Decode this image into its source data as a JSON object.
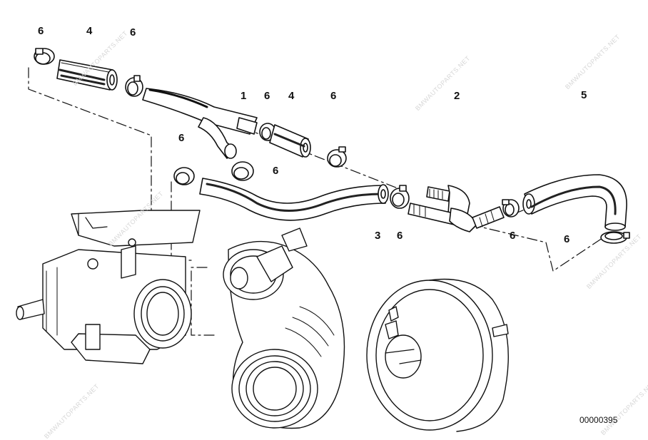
{
  "diagram": {
    "id_text": "00000395",
    "watermark_text": "BMWAUTOPARTS.NET"
  },
  "callouts": [
    {
      "key": "part-4-left",
      "text": "4"
    },
    {
      "key": "part-6-top-left",
      "text": "6"
    },
    {
      "key": "part-6-top-mid",
      "text": "6"
    },
    {
      "key": "part-1",
      "text": "1"
    },
    {
      "key": "part-6-near-1",
      "text": "6"
    },
    {
      "key": "part-4-mid",
      "text": "4"
    },
    {
      "key": "part-6-right-of-4",
      "text": "6"
    },
    {
      "key": "part-2",
      "text": "2"
    },
    {
      "key": "part-5",
      "text": "5"
    },
    {
      "key": "part-6-left-mid",
      "text": "6"
    },
    {
      "key": "part-6-center",
      "text": "6"
    },
    {
      "key": "part-3",
      "text": "3"
    },
    {
      "key": "part-6-below-3",
      "text": "6"
    },
    {
      "key": "part-6-right-valve",
      "text": "6"
    },
    {
      "key": "part-6-far-right",
      "text": "6"
    }
  ]
}
